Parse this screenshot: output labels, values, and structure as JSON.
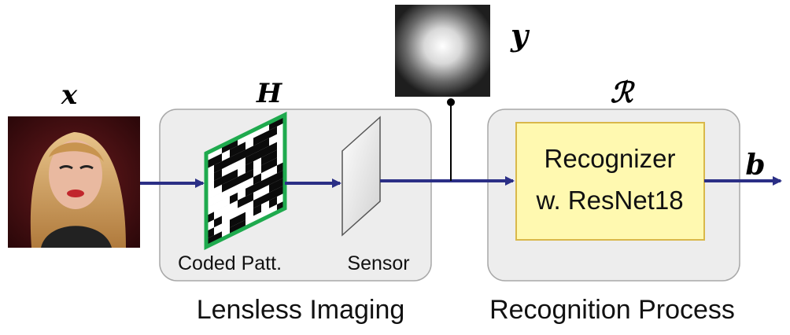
{
  "symbols": {
    "input": "x",
    "system": "H",
    "measurement": "y",
    "recognizer": "ℛ",
    "output": "b"
  },
  "labels": {
    "coded_pattern": "Coded Patt.",
    "sensor": "Sensor",
    "recognizer_line1": "Recognizer",
    "recognizer_line2": "w. ResNet18",
    "lensless_imaging": "Lensless Imaging",
    "recognition_process": "Recognition Process"
  },
  "colors": {
    "arrow": "#2b2f86",
    "pattern_border": "#1faa4e",
    "panel_fill": "#ededed",
    "panel_stroke": "#a8a8a8",
    "recognizer_fill": "#fff9b0",
    "recognizer_stroke": "#d9b84a"
  }
}
